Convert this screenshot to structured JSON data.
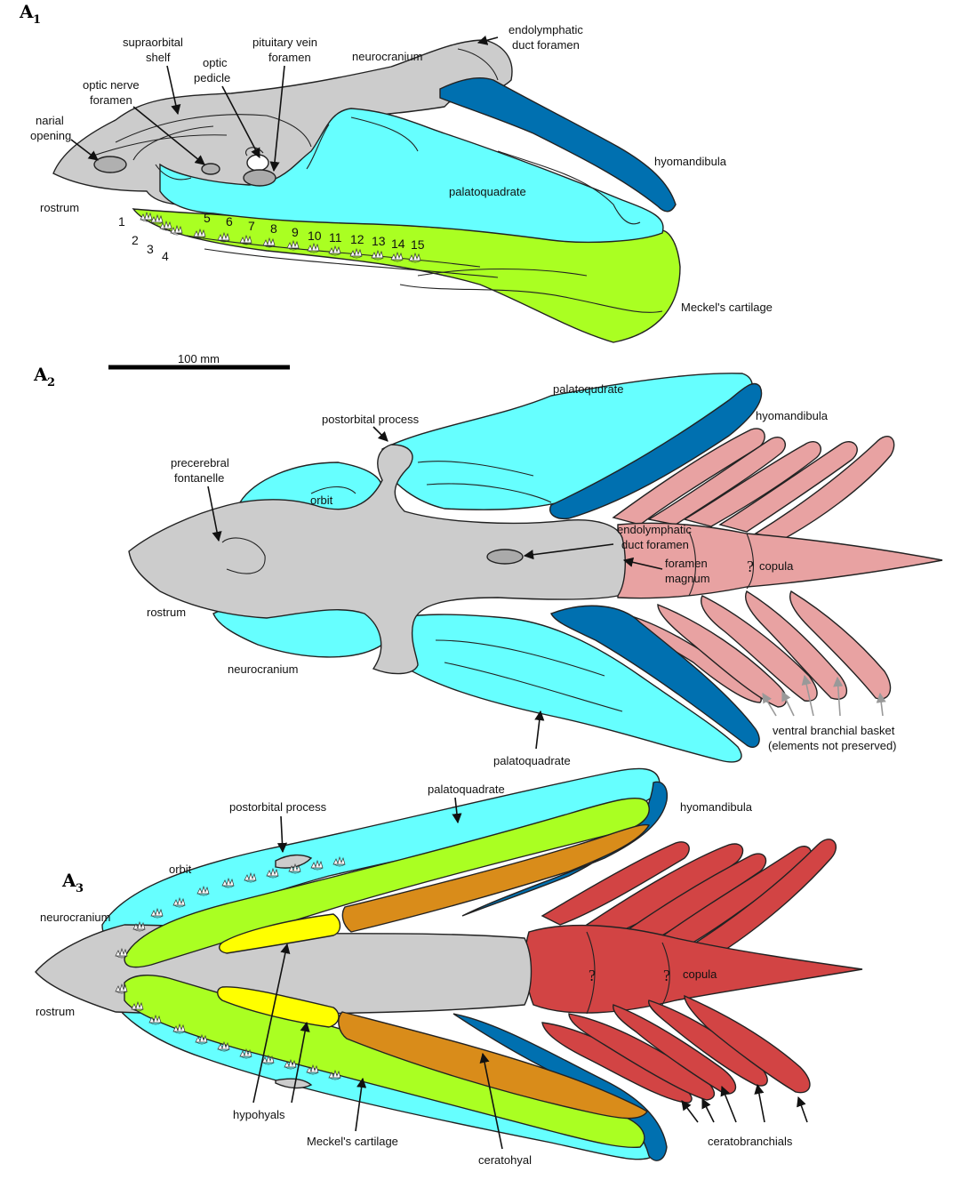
{
  "colors": {
    "neurocranium": "#cccccc",
    "palatoquadrate": "#66ffff",
    "hyomandibula": "#0070b0",
    "meckels": "#aaff22",
    "branchial_pale": "#e8a2a2",
    "branchial": "#d24444",
    "ceratohyal": "#d98c1a",
    "hypohyal": "#ffff00"
  },
  "panel_a1": {
    "panel": "A",
    "sub": "1",
    "labels": {
      "neurocranium": "neurocranium",
      "endolymphatic_1": "endolymphatic",
      "endolymphatic_2": "duct foramen",
      "pituitary_1": "pituitary vein",
      "pituitary_2": "foramen",
      "supraorbital_1": "supraorbital",
      "supraorbital_2": "shelf",
      "optic_pedicle_1": "optic",
      "optic_pedicle_2": "pedicle",
      "optic_nerve_1": "optic nerve",
      "optic_nerve_2": "foramen",
      "narial_1": "narial",
      "narial_2": "opening",
      "rostrum": "rostrum",
      "hyomandibula": "hyomandibula",
      "palatoquadrate": "palatoquadrate",
      "meckels": "Meckel's cartilage"
    },
    "tooth_numbers": [
      "1",
      "2",
      "3",
      "4",
      "5",
      "6",
      "7",
      "8",
      "9",
      "10",
      "11",
      "12",
      "13",
      "14",
      "15"
    ],
    "scale_bar": "100 mm"
  },
  "panel_a2": {
    "panel": "A",
    "sub": "2",
    "labels": {
      "palatoqudrate": "palatoqudrate",
      "hyomandibula": "hyomandibula",
      "postorbital": "postorbital process",
      "precerebral_1": "precerebral",
      "precerebral_2": "fontanelle",
      "orbit": "orbit",
      "endolymphatic_1": "endolymphatic",
      "endolymphatic_2": "duct foramen",
      "foramen_1": "foramen",
      "foramen_2": "magnum",
      "copula": "copula",
      "question": "?",
      "rostrum": "rostrum",
      "neurocranium": "neurocranium",
      "palatoquadrate": "palatoquadrate",
      "ventral_1": "ventral branchial basket",
      "ventral_2": "(elements not preserved)"
    }
  },
  "panel_a3": {
    "panel": "A",
    "sub": "3",
    "labels": {
      "palatoquadrate": "palatoquadrate",
      "postorbital": "postorbital process",
      "hyomandibula": "hyomandibula",
      "orbit": "orbit",
      "neurocranium": "neurocranium",
      "rostrum": "rostrum",
      "question_1": "?",
      "question_2": "?",
      "copula": "copula",
      "hypohyals": "hypohyals",
      "meckels": "Meckel's cartilage",
      "ceratohyal": "ceratohyal",
      "ceratobranchials": "ceratobranchials"
    }
  }
}
